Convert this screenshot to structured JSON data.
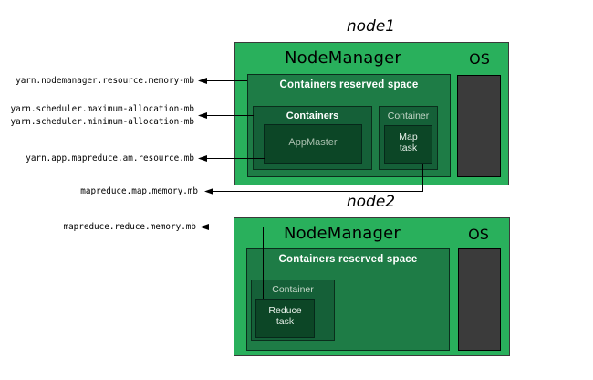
{
  "colors": {
    "node_fill": "#29b05c",
    "reserved_fill": "#1e7c46",
    "container_fill": "#156038",
    "task_fill": "#0c4626",
    "os_fill": "#3b3b3b",
    "line": "#000000",
    "heading_text": "#000000",
    "white_text": "#ffffff",
    "light_text": "#a9bfae"
  },
  "labels": [
    {
      "text": "yarn.nodemanager.resource.memory-mb"
    },
    {
      "text": "yarn.scheduler.maximum-allocation-mb"
    },
    {
      "text": "yarn.scheduler.minimum-allocation-mb"
    },
    {
      "text": "yarn.app.mapreduce.am.resource.mb"
    },
    {
      "text": "mapreduce.map.memory.mb"
    },
    {
      "text": "mapreduce.reduce.memory.mb"
    }
  ],
  "node1": {
    "title": "node1",
    "nodemanager": "NodeManager",
    "os": "OS",
    "reserved": "Containers reserved space",
    "containers": "Containers",
    "appmaster": "AppMaster",
    "container": "Container",
    "map_task": [
      "Map",
      "task"
    ]
  },
  "node2": {
    "title": "node2",
    "nodemanager": "NodeManager",
    "os": "OS",
    "reserved": "Containers reserved space",
    "container": "Container",
    "reduce_task": [
      "Reduce",
      "task"
    ]
  },
  "connections": [
    {
      "from": "yarn.nodemanager.resource.memory-mb",
      "to": "node1 containers reserved space"
    },
    {
      "from": "yarn.scheduler.maximum-allocation-mb / yarn.scheduler.minimum-allocation-mb",
      "to": "node1 containers box"
    },
    {
      "from": "yarn.app.mapreduce.am.resource.mb",
      "to": "node1 appmaster box"
    },
    {
      "from": "mapreduce.map.memory.mb",
      "to": "node1 map task box"
    },
    {
      "from": "mapreduce.reduce.memory.mb",
      "to": "node2 reduce task box"
    }
  ]
}
